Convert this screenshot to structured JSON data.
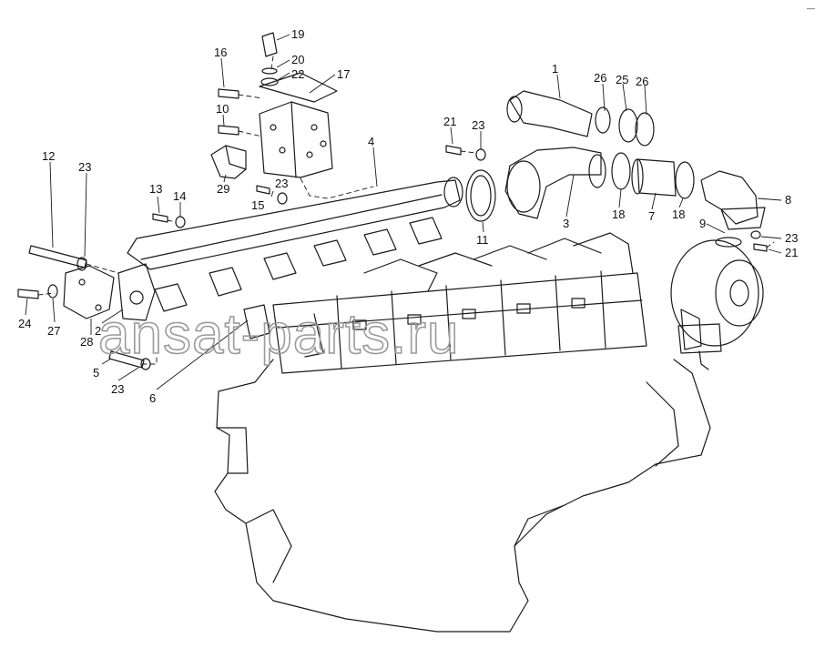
{
  "diagram": {
    "watermark": "ansat-parts.ru",
    "corner_mark": "—",
    "callouts": [
      {
        "id": "c19",
        "label": "19"
      },
      {
        "id": "c20",
        "label": "20"
      },
      {
        "id": "c22",
        "label": "22"
      },
      {
        "id": "c17",
        "label": "17"
      },
      {
        "id": "c16",
        "label": "16"
      },
      {
        "id": "c10",
        "label": "10"
      },
      {
        "id": "c29",
        "label": "29"
      },
      {
        "id": "c15",
        "label": "15"
      },
      {
        "id": "c23a",
        "label": "23"
      },
      {
        "id": "c4",
        "label": "4"
      },
      {
        "id": "c12",
        "label": "12"
      },
      {
        "id": "c23b",
        "label": "23"
      },
      {
        "id": "c13",
        "label": "13"
      },
      {
        "id": "c14",
        "label": "14"
      },
      {
        "id": "c1",
        "label": "1"
      },
      {
        "id": "c26a",
        "label": "26"
      },
      {
        "id": "c25",
        "label": "25"
      },
      {
        "id": "c26b",
        "label": "26"
      },
      {
        "id": "c21a",
        "label": "21"
      },
      {
        "id": "c23c",
        "label": "23"
      },
      {
        "id": "c11",
        "label": "11"
      },
      {
        "id": "c3",
        "label": "3"
      },
      {
        "id": "c18a",
        "label": "18"
      },
      {
        "id": "c7",
        "label": "7"
      },
      {
        "id": "c18b",
        "label": "18"
      },
      {
        "id": "c8",
        "label": "8"
      },
      {
        "id": "c9",
        "label": "9"
      },
      {
        "id": "c23d",
        "label": "23"
      },
      {
        "id": "c21b",
        "label": "21"
      },
      {
        "id": "c24",
        "label": "24"
      },
      {
        "id": "c27",
        "label": "27"
      },
      {
        "id": "c28",
        "label": "28"
      },
      {
        "id": "c2",
        "label": "2"
      },
      {
        "id": "c5",
        "label": "5"
      },
      {
        "id": "c23e",
        "label": "23"
      },
      {
        "id": "c6",
        "label": "6"
      }
    ]
  }
}
